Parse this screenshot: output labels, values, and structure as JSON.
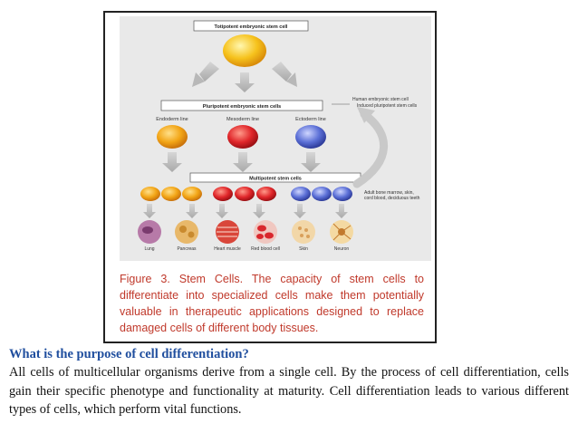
{
  "diagram": {
    "totipotent_label": "Totipotent embryonic stem cell",
    "pluripotent_label": "Pluripotent embryonic stem cells",
    "germ_lines": [
      "Endoderm line",
      "Mesoderm line",
      "Ectoderm line"
    ],
    "multipotent_label": "Multipotent stem cells",
    "human_label": "Human embryonic stem cell",
    "induced_label": "Induced pluripotent stem cells",
    "adult_label_1": "Adult bone marrow, skin,",
    "adult_label_2": "cord blood, deciduous teeth",
    "tissues": [
      "Lung",
      "Pancreas",
      "Heart muscle",
      "Red blood cell",
      "Skin",
      "Neuron"
    ],
    "colors": {
      "endoderm": "#f2a516",
      "mesoderm": "#e0262a",
      "ectoderm": "#5b6fd6",
      "totipotent": "#f6c21c"
    }
  },
  "caption": "Figure 3. Stem Cells. The capacity of stem cells to differentiate into specialized cells make them potentially valuable in therapeutic applications designed to replace damaged cells of different body tissues.",
  "question": "What is the purpose of cell differentiation?",
  "answer": "All cells of multicellular organisms derive from a single cell. By the process of cell differentiation, cells gain their specific phenotype and functionality at maturity. Cell differentiation leads to various different types of cells, which perform vital functions."
}
